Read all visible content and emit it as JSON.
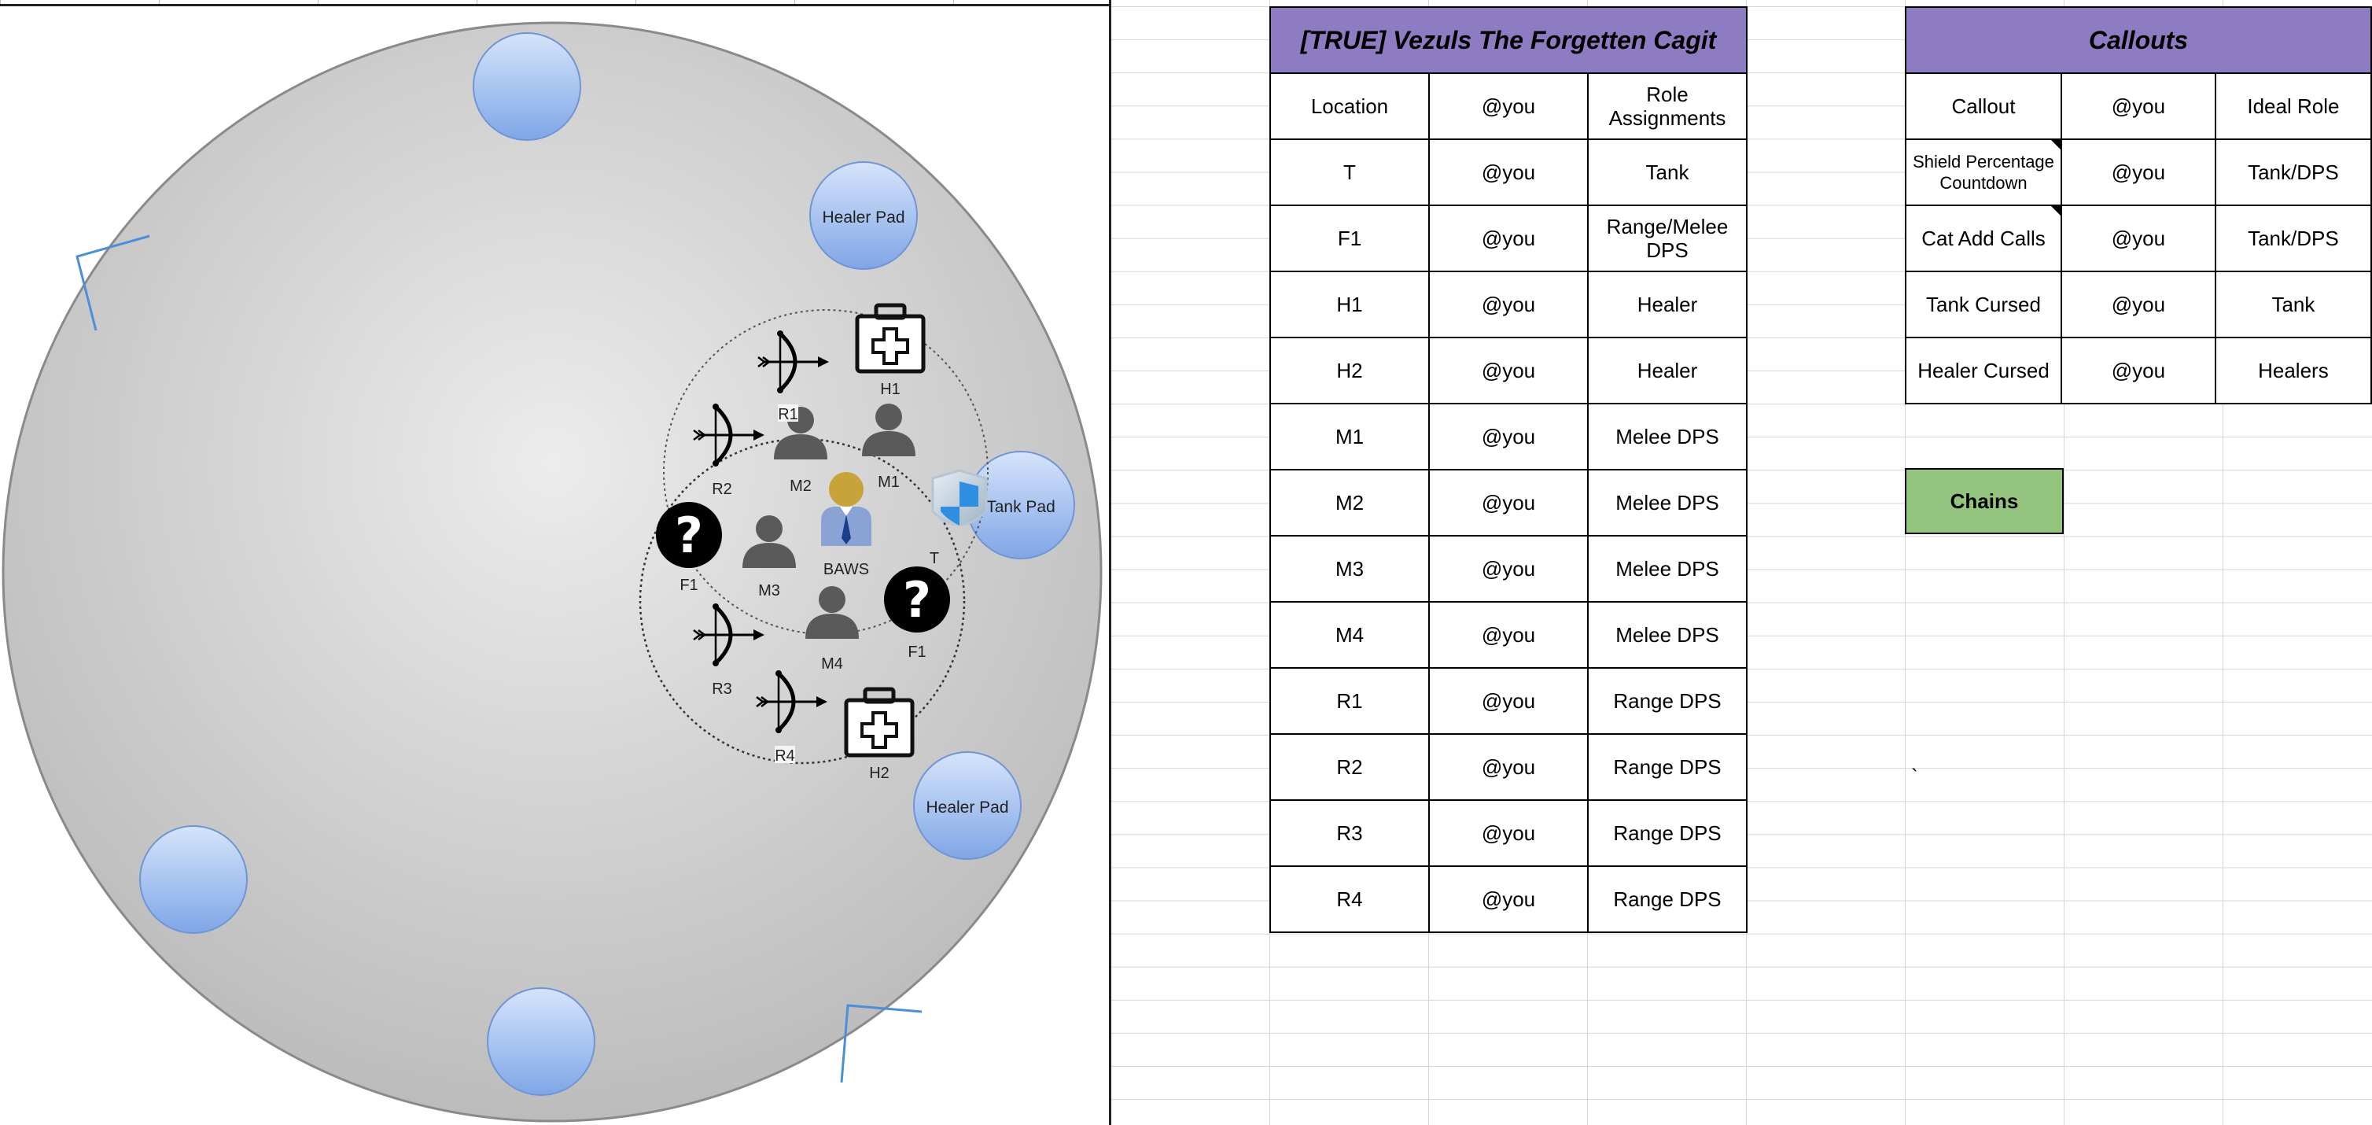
{
  "map": {
    "pads": {
      "healer_pad_top": "Healer Pad",
      "tank_pad": "Tank Pad",
      "healer_pad_bottom": "Healer Pad"
    },
    "labels": {
      "r1": "R1",
      "r2": "R2",
      "r3": "R3",
      "r4": "R4",
      "m1": "M1",
      "m2": "M2",
      "m3": "M3",
      "m4": "M4",
      "h1": "H1",
      "h2": "H2",
      "t": "T",
      "f1_left": "F1",
      "f1_right": "F1",
      "boss": "BAWS"
    },
    "icons": {
      "ranged": "bow-arrow-icon",
      "melee": "person-silhouette-icon",
      "healer": "first-aid-kit-icon",
      "tank": "shield-icon",
      "flex": "question-mark-icon",
      "boss": "boss-businessman-icon"
    },
    "colors": {
      "pad": "#8fb2ea",
      "arena": "#d4d4d4",
      "marker": "#4a90d9"
    }
  },
  "roles_table": {
    "title": "[TRUE] Vezuls The Forgetten Cagit",
    "headers": [
      "Location",
      "@you",
      "Role Assignments"
    ],
    "rows": [
      [
        "T",
        "@you",
        "Tank"
      ],
      [
        "F1",
        "@you",
        "Range/Melee DPS"
      ],
      [
        "H1",
        "@you",
        "Healer"
      ],
      [
        "H2",
        "@you",
        "Healer"
      ],
      [
        "M1",
        "@you",
        "Melee DPS"
      ],
      [
        "M2",
        "@you",
        "Melee DPS"
      ],
      [
        "M3",
        "@you",
        "Melee DPS"
      ],
      [
        "M4",
        "@you",
        "Melee DPS"
      ],
      [
        "R1",
        "@you",
        "Range DPS"
      ],
      [
        "R2",
        "@you",
        "Range DPS"
      ],
      [
        "R3",
        "@you",
        "Range DPS"
      ],
      [
        "R4",
        "@you",
        "Range DPS"
      ]
    ],
    "header_color": "#8e7cc3"
  },
  "callouts_table": {
    "title": "Callouts",
    "headers": [
      "Callout",
      "@you",
      "Ideal Role"
    ],
    "rows": [
      [
        "Shield Percentage Countdown",
        "@you",
        "Tank/DPS"
      ],
      [
        "Cat Add Calls",
        "@you",
        "Tank/DPS"
      ],
      [
        "Tank Cursed",
        "@you",
        "Tank"
      ],
      [
        "Healer Cursed",
        "@you",
        "Healers"
      ]
    ]
  },
  "chains": {
    "label": "Chains",
    "color": "#93c47d"
  },
  "stray_mark": "`"
}
